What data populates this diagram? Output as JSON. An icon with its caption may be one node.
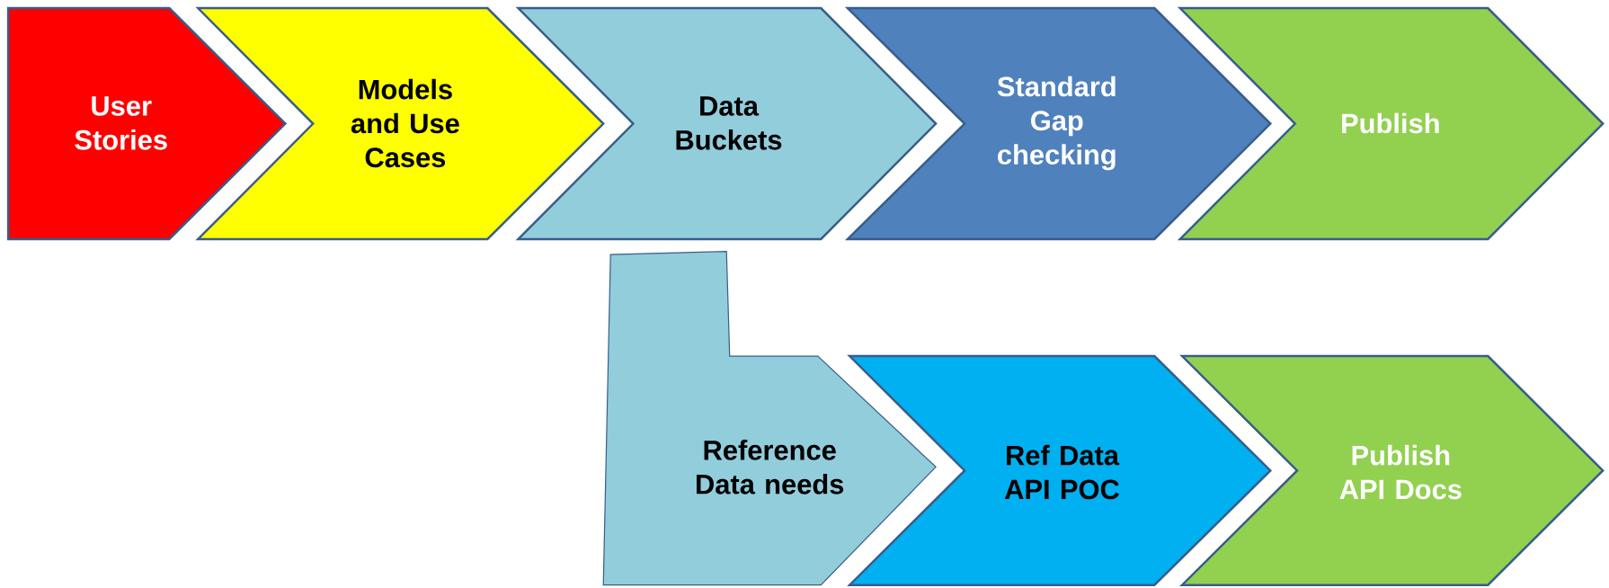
{
  "diagram": {
    "nodes": [
      {
        "text": [
          "User Stories"
        ]
      },
      {
        "text": [
          "Models and Use Cases"
        ]
      },
      {
        "text": [
          "Data Buckets"
        ]
      },
      {
        "text": [
          "Standard Gap checking"
        ]
      },
      {
        "text": [
          "Publish"
        ]
      },
      {
        "text": [
          "Reference Data needs"
        ]
      },
      {
        "text": [
          "Ref Data API POC"
        ]
      },
      {
        "text": [
          "Publish API Docs"
        ]
      }
    ]
  }
}
